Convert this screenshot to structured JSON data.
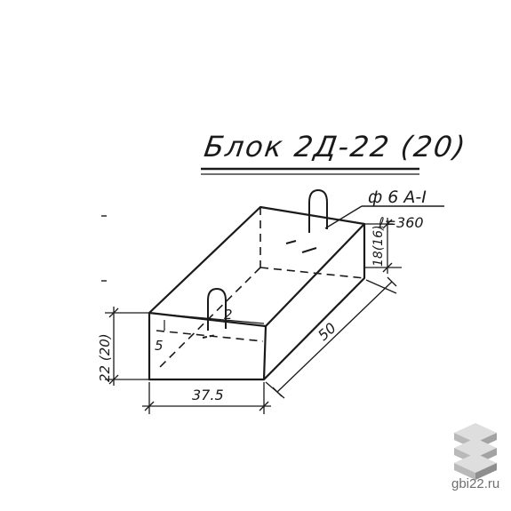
{
  "title": "Блок 2Д-22 (20)",
  "rebar": {
    "spec": "ф 6 А-I",
    "length": "ℓ=360"
  },
  "dimensions": {
    "height": "22 (20)",
    "offset": "5",
    "width": "37.5",
    "length": "50",
    "side_height": "18(16)",
    "loop_count": "2"
  },
  "watermark": {
    "site": "gbi22.ru",
    "colors": {
      "light": "#dedede",
      "mid": "#b9b9b9",
      "dark": "#8e8e8e"
    }
  }
}
